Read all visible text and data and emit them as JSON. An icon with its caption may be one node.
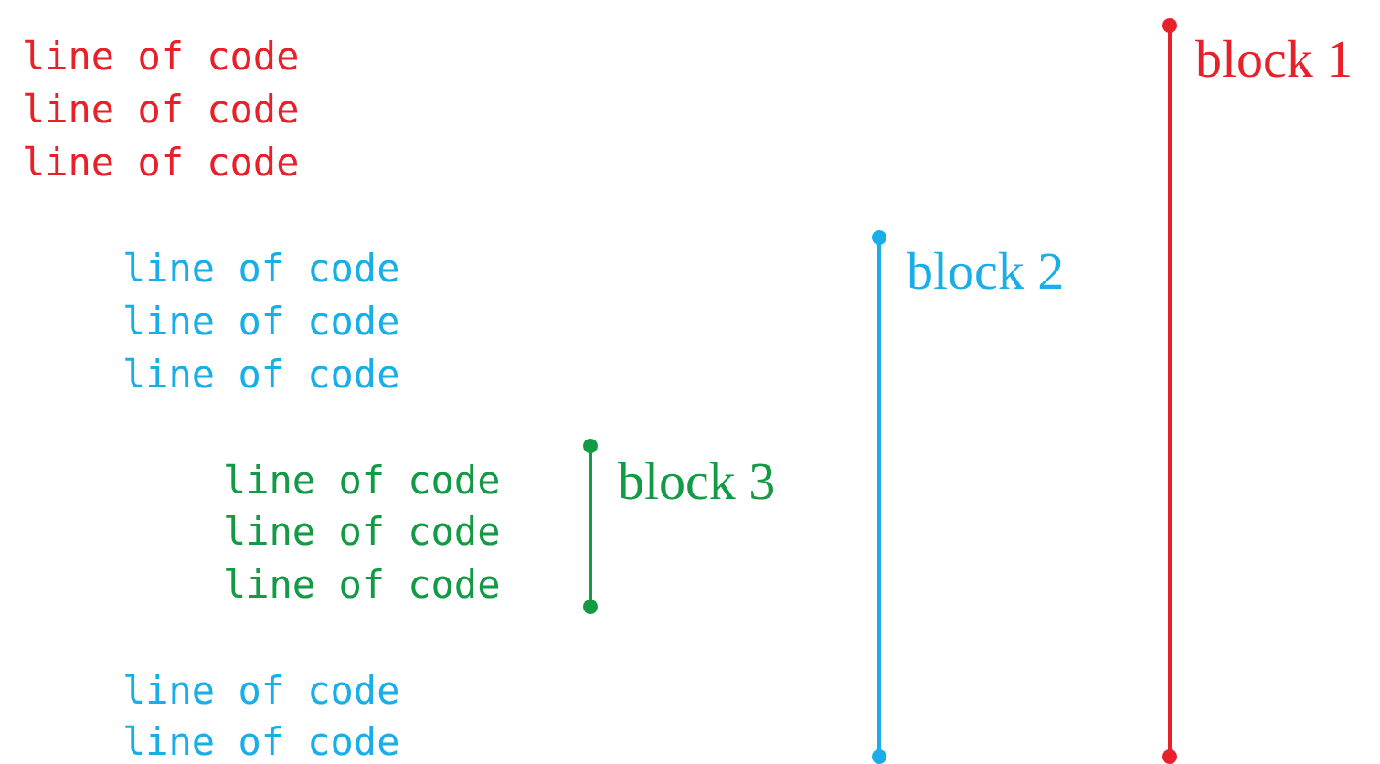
{
  "diagram": {
    "labels": [
      "line of code",
      "block 1",
      "line of code",
      "line of code",
      "line of code",
      "block 2",
      "line of code",
      "line of code",
      "line of code",
      "block 3",
      "line of code",
      "line of code",
      "line of code",
      "line of code"
    ]
  }
}
